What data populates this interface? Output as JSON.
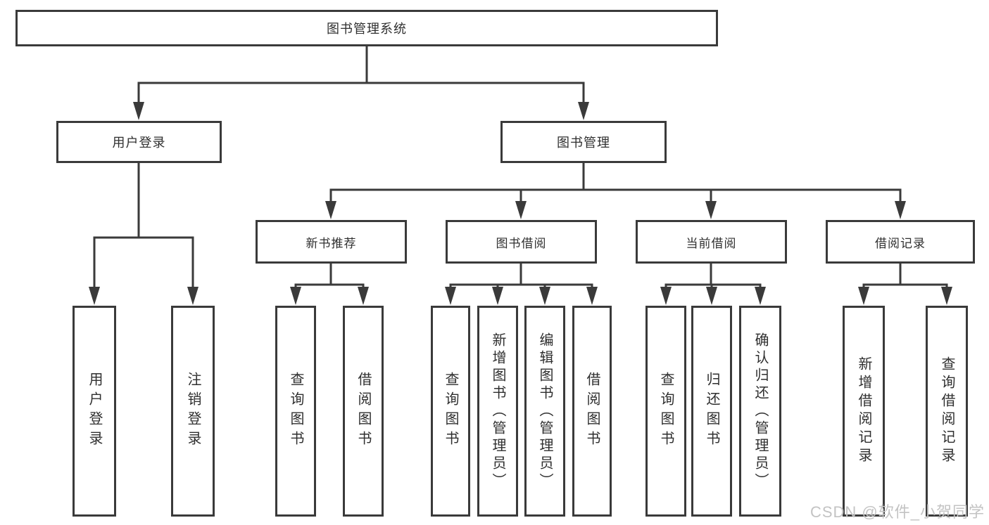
{
  "diagram": {
    "type": "hierarchy-tree",
    "colors": {
      "line": "#3a3a3a",
      "box_border": "#3a3a3a",
      "box_fill": "#ffffff",
      "text": "#2f2f2f",
      "watermark": "#c3c3c3",
      "background": "#ffffff"
    }
  },
  "tree": {
    "label": "图书管理系统",
    "children": [
      {
        "label": "用户登录",
        "children": [
          {
            "label": "用户登录"
          },
          {
            "label": "注销登录"
          }
        ]
      },
      {
        "label": "图书管理",
        "children": [
          {
            "label": "新书推荐",
            "children": [
              {
                "label": "查询图书"
              },
              {
                "label": "借阅图书"
              }
            ]
          },
          {
            "label": "图书借阅",
            "children": [
              {
                "label": "查询图书"
              },
              {
                "label": "新增图书（管理员）"
              },
              {
                "label": "编辑图书（管理员）"
              },
              {
                "label": "借阅图书"
              }
            ]
          },
          {
            "label": "当前借阅",
            "children": [
              {
                "label": "查询图书"
              },
              {
                "label": "归还图书"
              },
              {
                "label": "确认归还（管理员）"
              }
            ]
          },
          {
            "label": "借阅记录",
            "children": [
              {
                "label": "新增借阅记录"
              },
              {
                "label": "查询借阅记录"
              }
            ]
          }
        ]
      }
    ]
  },
  "watermark": {
    "text": "CSDN @软件_小贺同学"
  }
}
